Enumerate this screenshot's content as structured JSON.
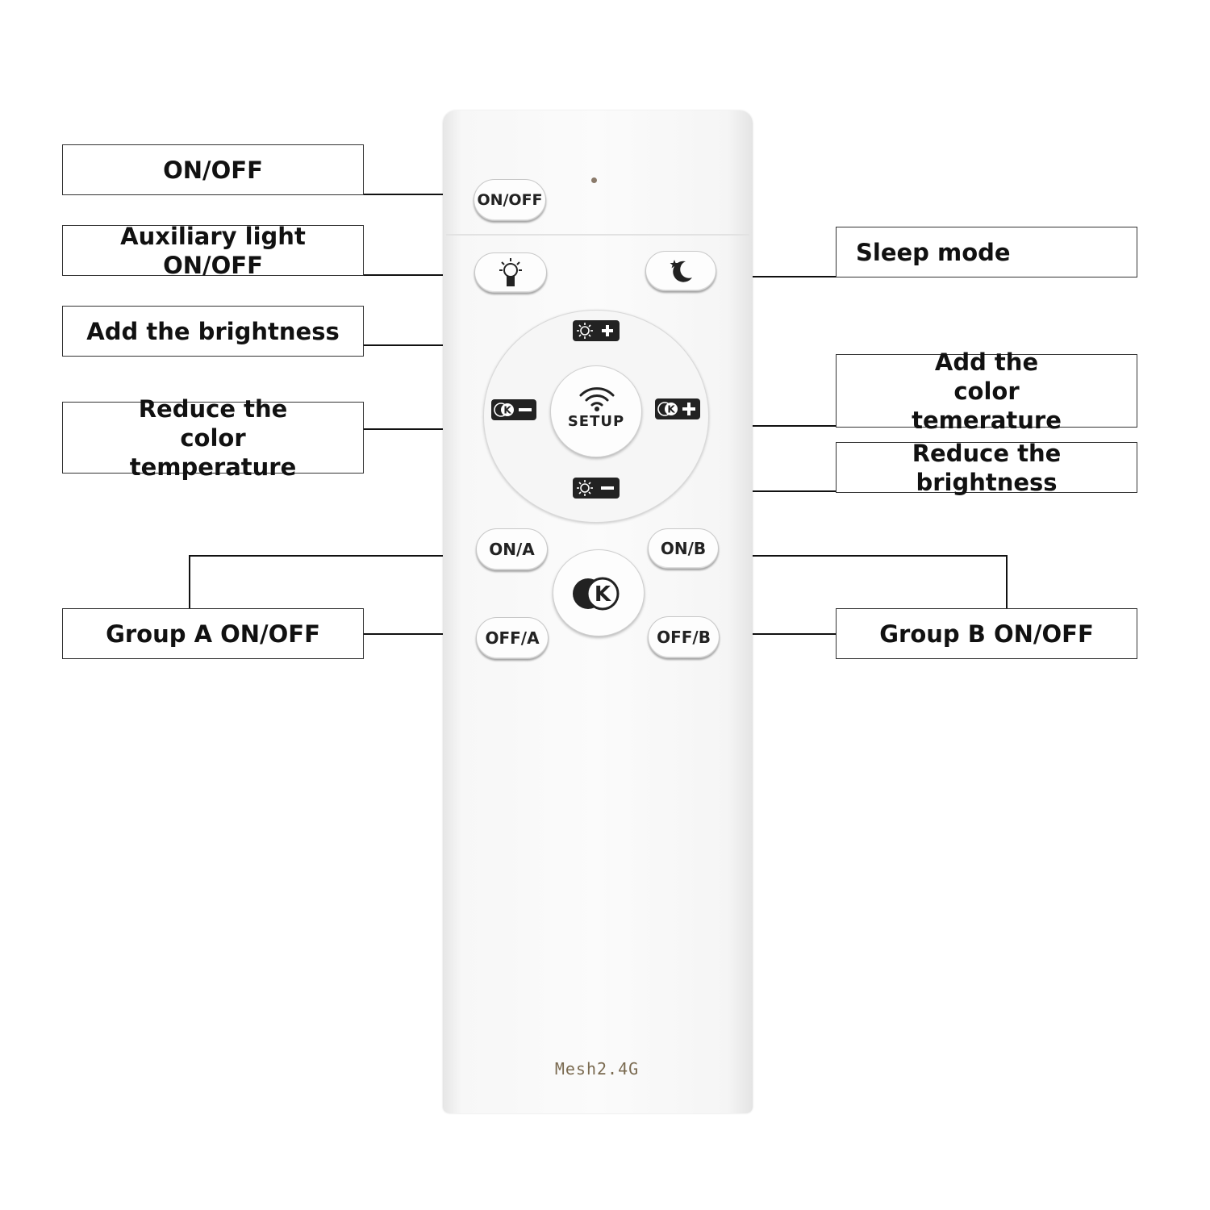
{
  "callouts": {
    "on_off": "ON/OFF",
    "auxiliary_light": "Auxiliary light ON/OFF",
    "add_brightness": "Add the brightness",
    "reduce_color_temp": "Reduce the color temperature",
    "group_a": "Group A ON/OFF",
    "sleep_mode": "Sleep mode",
    "add_color_temp": "Add the color temerature",
    "reduce_brightness": "Reduce the brightness",
    "group_b": "Group B ON/OFF"
  },
  "remote": {
    "power_button": "ON/OFF",
    "setup_label": "SETUP",
    "on_a": "ON/A",
    "off_a": "OFF/A",
    "on_b": "ON/B",
    "off_b": "OFF/B",
    "k_label": "K",
    "footer": "Mesh2.4G"
  },
  "icons": {
    "auxiliary": "bulb-icon",
    "sleep": "moon-star-icon",
    "brightness_up": "sun-plus-icon",
    "brightness_down": "sun-minus-icon",
    "color_temp_up": "k-plus-icon",
    "color_temp_down": "k-minus-icon",
    "setup": "wifi-icon",
    "color_temp": "k-circle-icon"
  },
  "colors": {
    "remote_body": "#f7f7f7",
    "icon_dark": "#222222",
    "footer_text": "#7a6a50"
  }
}
